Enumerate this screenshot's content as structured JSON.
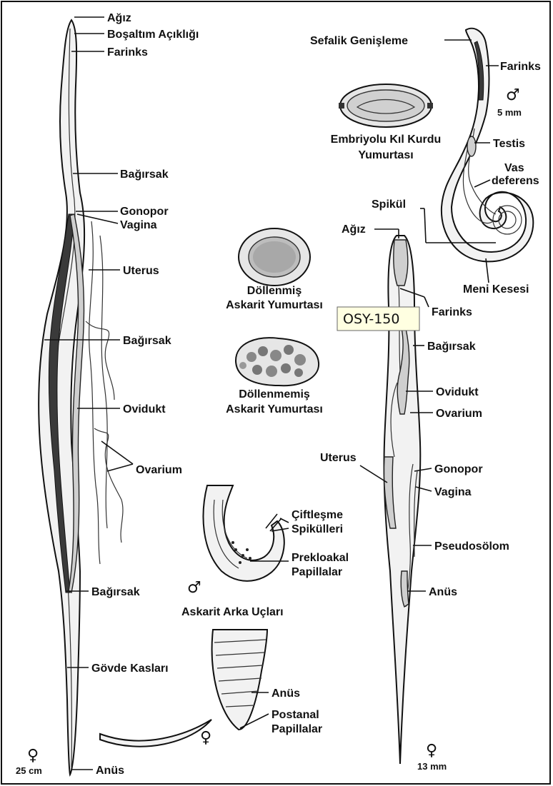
{
  "tooltip": {
    "text": "OSY-150"
  },
  "labels": {
    "agiz_left": "Ağız",
    "bosaltim": "Boşaltım Açıklığı",
    "farinks_left": "Farinks",
    "bagirsak_left1": "Bağırsak",
    "gonopor_left": "Gonopor",
    "vagina_left": "Vagina",
    "uterus_left": "Uterus",
    "bagirsak_left2": "Bağırsak",
    "ovidukt_left": "Ovidukt",
    "ovarium_left": "Ovarium",
    "bagirsak_left3": "Bağırsak",
    "govde": "Gövde Kasları",
    "anus_left": "Anüs",
    "scale_left": "25 cm",
    "sefalik": "Sefalik Genişleme",
    "farinks_male": "Farinks",
    "scale_male": "5 mm",
    "testis": "Testis",
    "vas1": "Vas",
    "vas2": "deferens",
    "spikul": "Spikül",
    "meni": "Meni Kesesi",
    "kil1": "Embriyolu Kıl Kurdu",
    "kil2": "Yumurtası",
    "dollenmis1": "Döllenmiş",
    "dollenmis2": "Askarit Yumurtası",
    "dollenmemis1": "Döllenmemiş",
    "dollenmemis2": "Askarit Yumurtası",
    "agiz_right": "Ağız",
    "farinks_right": "Farinks",
    "bagirsak_right": "Bağırsak",
    "ovidukt_right": "Ovidukt",
    "ovarium_right": "Ovarium",
    "uterus_right": "Uterus",
    "gonopor_right": "Gonopor",
    "vagina_right": "Vagina",
    "pseudosolom": "Pseudosölom",
    "anus_right": "Anüs",
    "scale_right": "13 mm",
    "ciftlesme1": "Çiftleşme",
    "ciftlesme2": "Spikülleri",
    "prekloakal1": "Prekloakal",
    "prekloakal2": "Papillalar",
    "askarit_uc": "Askarit Arka Uçları",
    "anus_tail": "Anüs",
    "postanal1": "Postanal",
    "postanal2": "Papillalar"
  },
  "symbols": {
    "female": "♀",
    "male": "♂"
  }
}
